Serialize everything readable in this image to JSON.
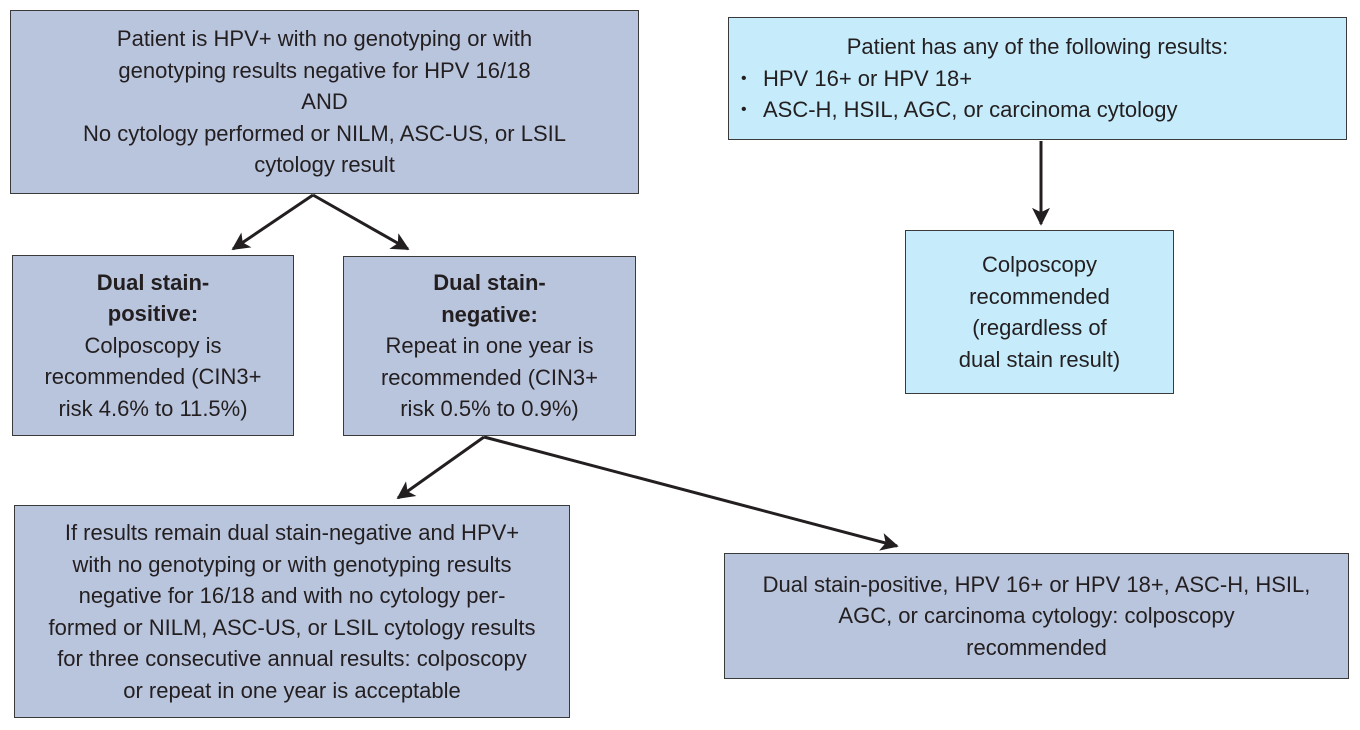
{
  "flowchart": {
    "top_left": {
      "lines": [
        "Patient is HPV+ with no genotyping or with",
        "genotyping results negative for HPV 16/18",
        "AND",
        "No cytology performed or NILM, ASC-US, or LSIL",
        "cytology result"
      ]
    },
    "top_right": {
      "heading": "Patient has any of the following results:",
      "bullet_symbol": "•",
      "items": [
        "HPV 16+ or HPV 18+",
        "ASC-H, HSIL, AGC, or carcinoma cytology"
      ]
    },
    "colposcopy_box": {
      "lines": [
        "Colposcopy",
        "recommended",
        "(regardless of",
        "dual stain result)"
      ]
    },
    "dual_stain_positive": {
      "title_lines": [
        "Dual stain-",
        "positive:"
      ],
      "lines": [
        "Colposcopy is",
        "recommended (CIN3+",
        "risk 4.6% to 11.5%)"
      ]
    },
    "dual_stain_negative": {
      "title_lines": [
        "Dual stain-",
        "negative:"
      ],
      "lines": [
        "Repeat in one year is",
        "recommended (CIN3+",
        "risk 0.5% to 0.9%)"
      ]
    },
    "bottom_left": {
      "lines": [
        "If results remain dual stain-negative and HPV+",
        "with no genotyping or with genotyping results",
        "negative for 16/18 and with no cytology per-",
        "formed or NILM, ASC-US, or LSIL cytology results",
        "for three consecutive annual results: colposcopy",
        "or repeat in one year is acceptable"
      ]
    },
    "bottom_right": {
      "lines": [
        "Dual stain-positive, HPV 16+ or HPV 18+, ASC-H, HSIL,",
        "AGC, or carcinoma cytology: colposcopy",
        "recommended"
      ]
    },
    "colors": {
      "grey_box": "#b9c4dd",
      "blue_box": "#c6ebfa",
      "border": "#3a3a3a",
      "arrow": "#231f20"
    }
  }
}
